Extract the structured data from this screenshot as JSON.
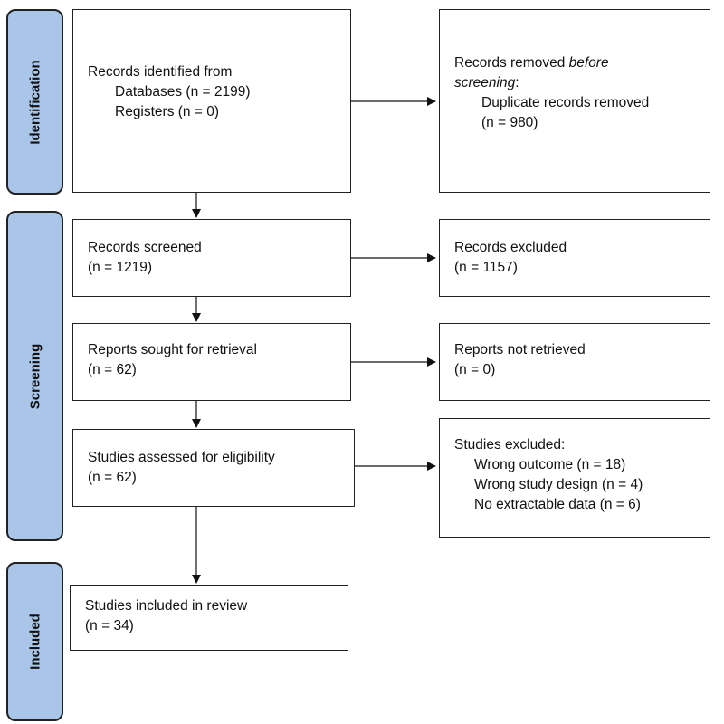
{
  "phases": {
    "identification": "Identification",
    "screening": "Screening",
    "included": "Included"
  },
  "identification": {
    "records_identified": {
      "title": "Records identified from",
      "databases": "Databases (n = 2199)",
      "registers": "Registers (n = 0)"
    },
    "records_removed": {
      "title_prefix": "Records removed ",
      "title_emph": "before",
      "title_emph2": "screening",
      "title_suffix": ":",
      "duplicates": "Duplicate records removed",
      "duplicates_n": "(n = 980)"
    }
  },
  "screening": {
    "records_screened": {
      "title": "Records screened",
      "n": "(n = 1219)"
    },
    "records_excluded": {
      "title": "Records excluded",
      "n": "(n = 1157)"
    },
    "reports_sought": {
      "title": "Reports sought for retrieval",
      "n": "(n = 62)"
    },
    "reports_not_retrieved": {
      "title": "Reports not retrieved",
      "n": "(n = 0)"
    },
    "studies_assessed": {
      "title": "Studies assessed for eligibility",
      "n": "(n = 62)"
    },
    "studies_excluded": {
      "title": "Studies excluded:",
      "reasons": [
        "Wrong outcome (n = 18)",
        "Wrong study design (n = 4)",
        "No extractable data (n = 6)"
      ]
    }
  },
  "included": {
    "studies_included": {
      "title": "Studies included in review",
      "n": "(n = 34)"
    }
  },
  "colors": {
    "phase_fill": "#a9c6e8",
    "stroke": "#222222"
  }
}
